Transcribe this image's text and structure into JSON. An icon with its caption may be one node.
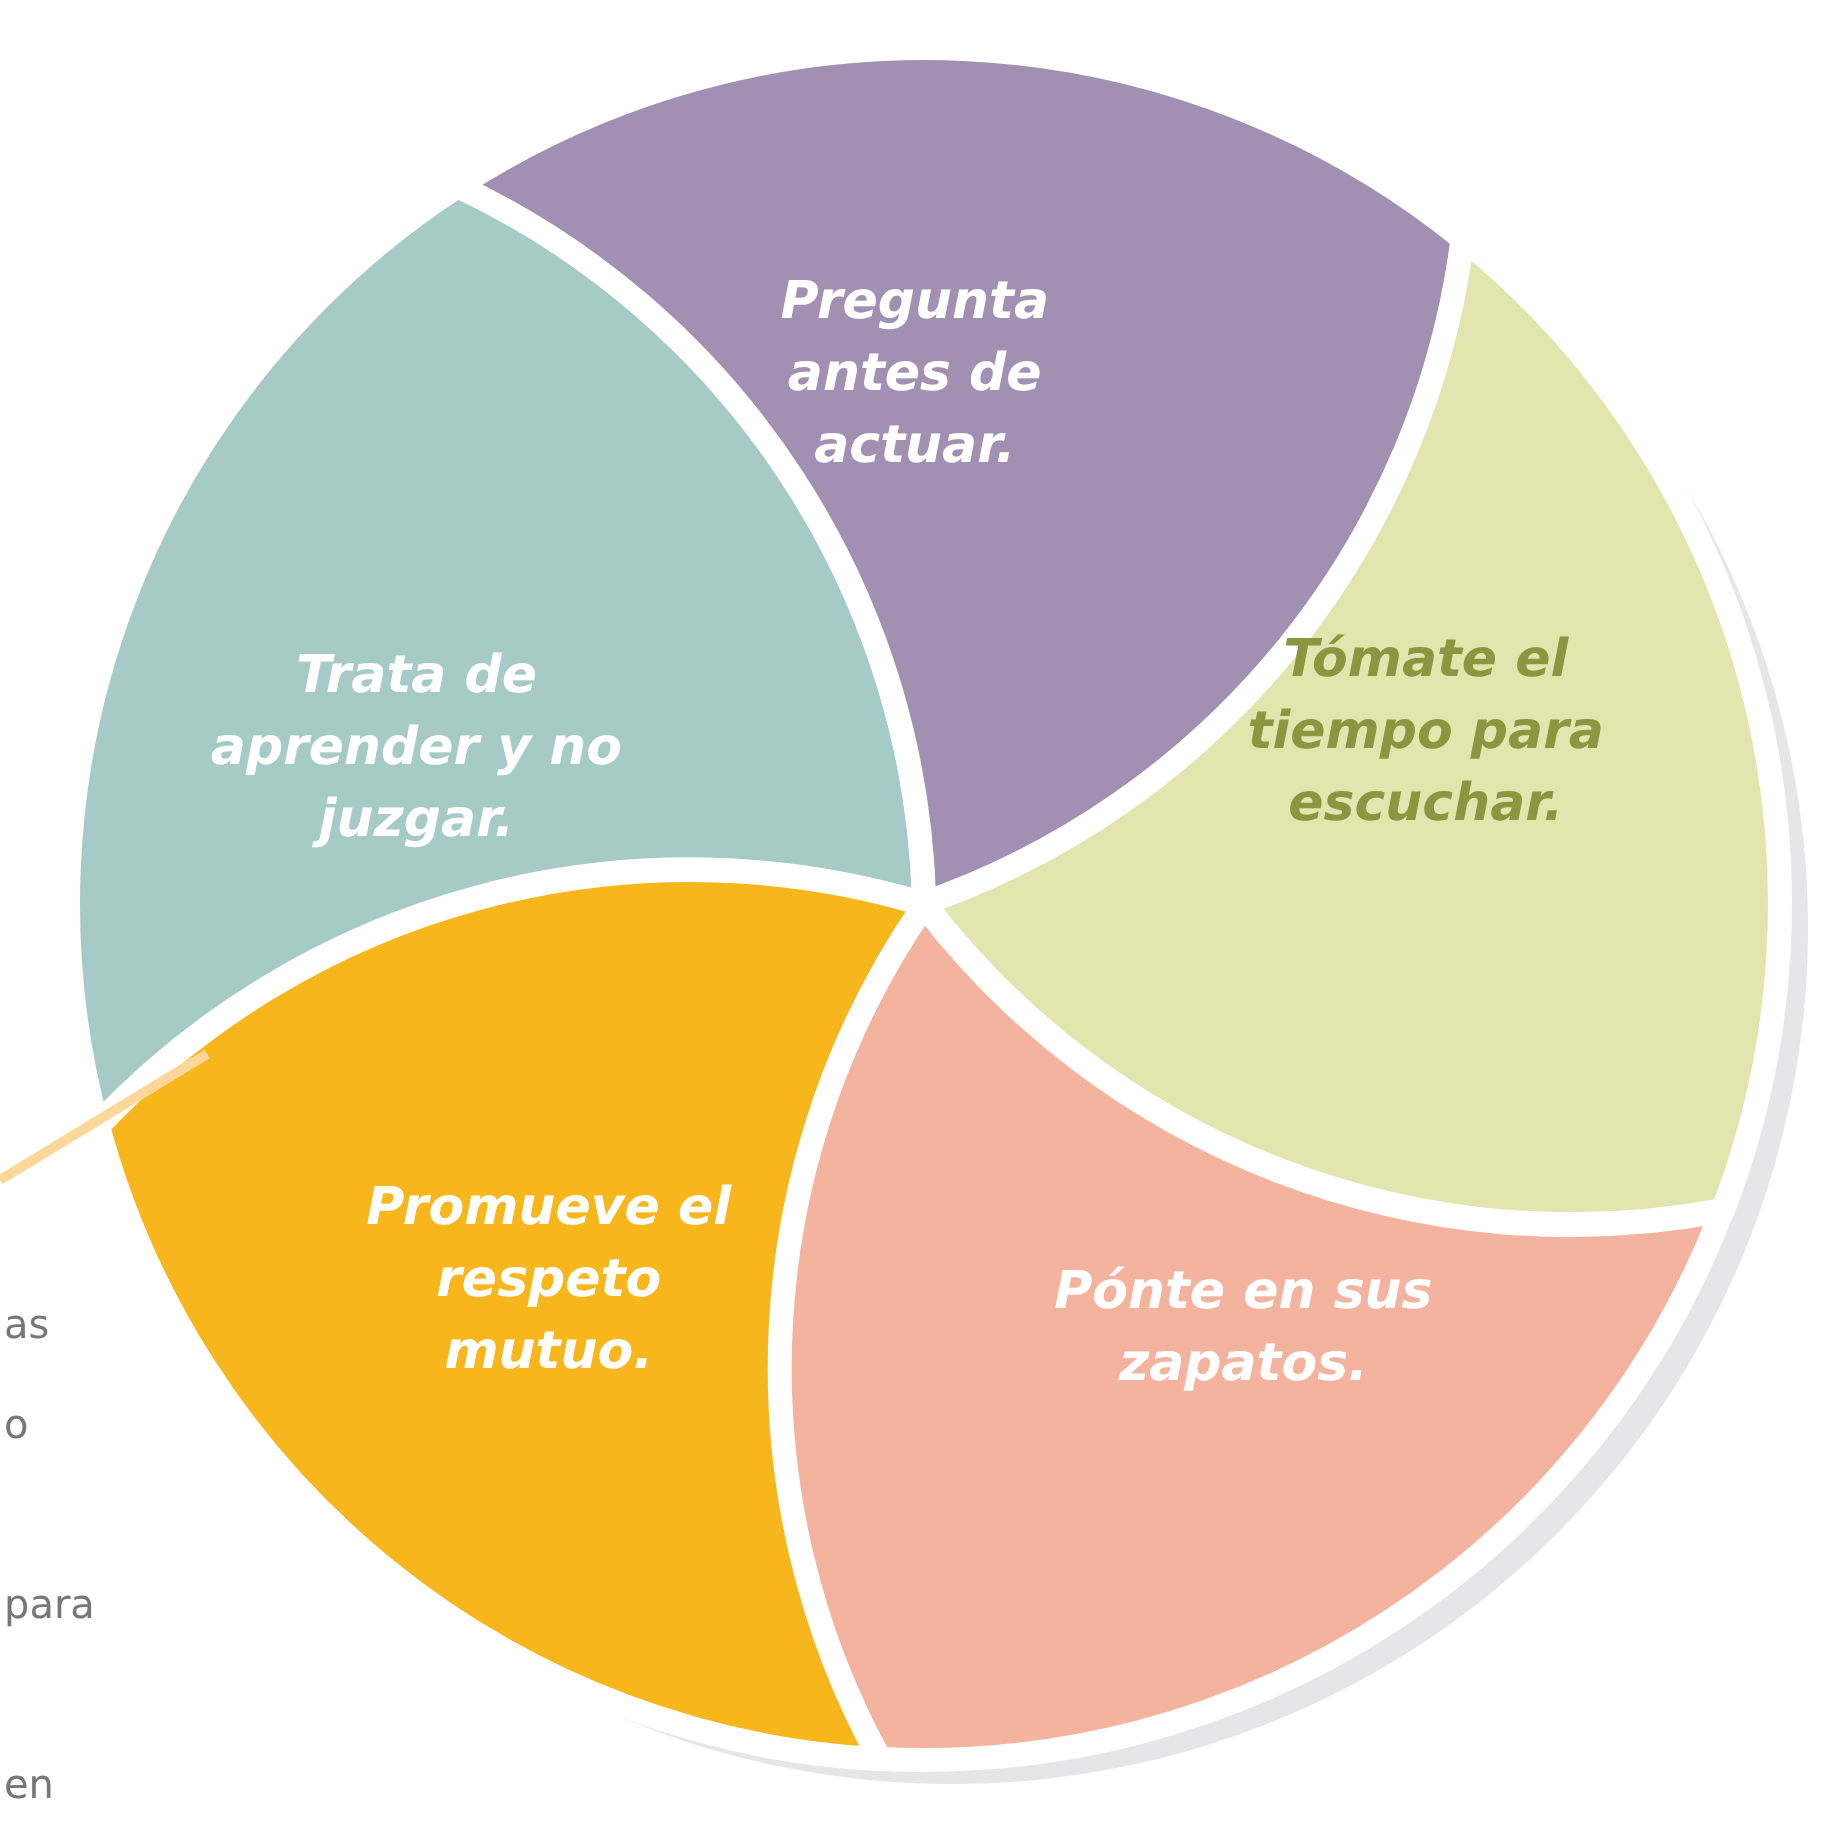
{
  "diagram": {
    "nodes": [
      {
        "text": [
          "Trata de aprender y no juzgar."
        ]
      },
      {
        "text": [
          "Pregunta antes de actuar."
        ]
      },
      {
        "text": [
          "Tómate el tiempo para escuchar."
        ]
      },
      {
        "text": [
          "Pónte en sus zapatos."
        ]
      },
      {
        "text": [
          "Promueve el respeto mutuo."
        ]
      }
    ],
    "edges": [
      {
        "from": null,
        "to": 4,
        "arrow": "none"
      }
    ],
    "labels": [
      "as",
      "o",
      "para",
      "en"
    ]
  }
}
